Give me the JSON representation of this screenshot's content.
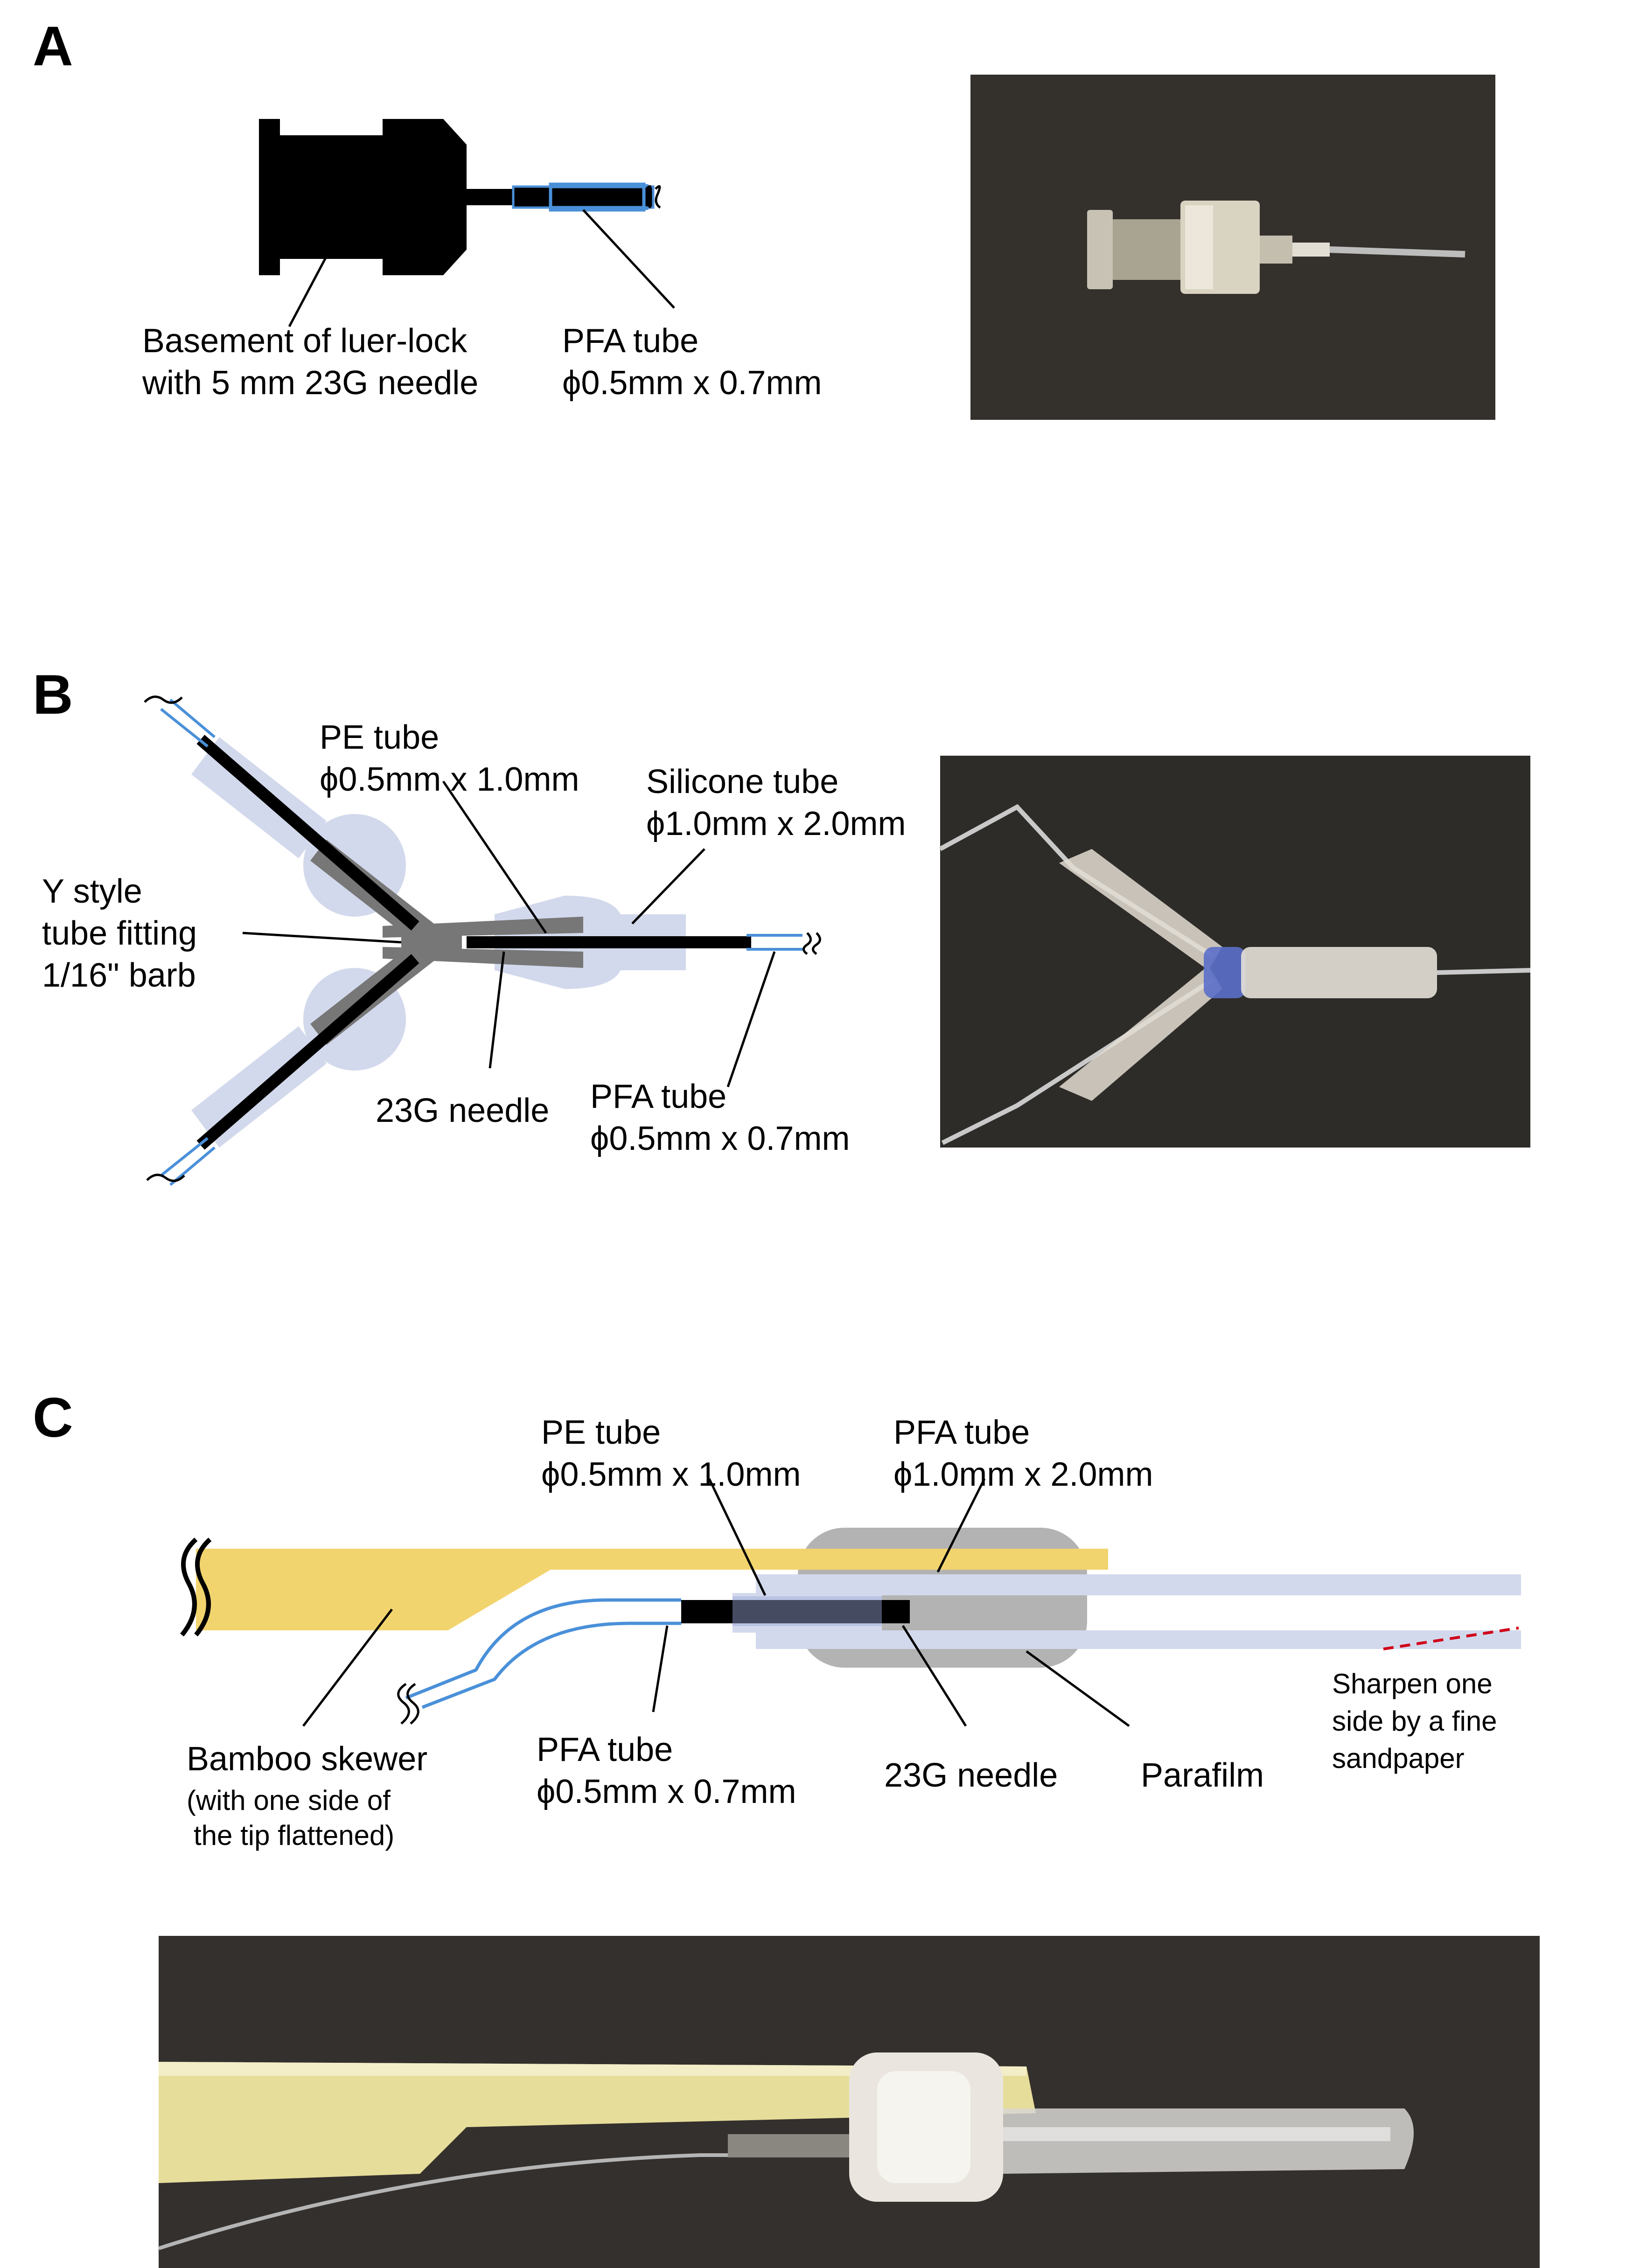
{
  "panels": {
    "a": {
      "letter": "A",
      "basement_label_1": "Basement of luer-lock",
      "basement_label_2": "with 5 mm 23G needle",
      "pfa_label_1": "PFA tube",
      "pfa_label_2": "ϕ0.5mm x 0.7mm"
    },
    "b": {
      "letter": "B",
      "pe_label_1": "PE tube",
      "pe_label_2": "ϕ0.5mm x 1.0mm",
      "silicone_label_1": "Silicone tube",
      "silicone_label_2": "ϕ1.0mm x 2.0mm",
      "fitting_label_1": "Y style",
      "fitting_label_2": "tube fitting",
      "fitting_label_3": "1/16\" barb",
      "needle_label": "23G needle",
      "pfa_label_1": "PFA tube",
      "pfa_label_2": "ϕ0.5mm x 0.7mm"
    },
    "c": {
      "letter": "C",
      "pe_label_1": "PE tube",
      "pe_label_2": "ϕ0.5mm x 1.0mm",
      "pfa_big_label_1": "PFA tube",
      "pfa_big_label_2": "ϕ1.0mm x 2.0mm",
      "skewer_label": "Bamboo skewer",
      "skewer_note_1": "(with one side of",
      "skewer_note_2": "the tip flattened)",
      "pfa_small_label_1": "PFA tube",
      "pfa_small_label_2": "ϕ0.5mm x 0.7mm",
      "needle_label": "23G needle",
      "parafilm_label": "Parafilm",
      "sharpen_label_1": "Sharpen one",
      "sharpen_label_2": "side by a fine",
      "sharpen_label_3": "sandpaper"
    }
  },
  "colors": {
    "tube_blue": "#4a90d9",
    "sleeve": "#d3d9ec",
    "fitting_gray": "#777777",
    "parafilm_gray": "#b3b3b3",
    "skewer": "#f2d46e",
    "sharpen_mark": "#d0021b"
  }
}
